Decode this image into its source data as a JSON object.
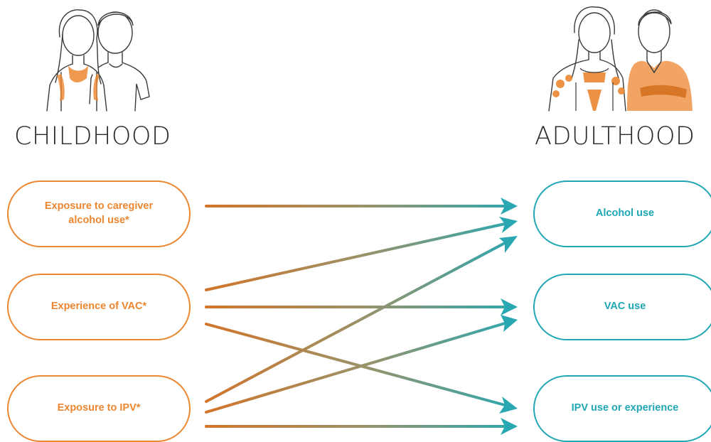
{
  "headings": {
    "childhood": "CHILDHOOD",
    "adulthood": "ADULTHOOD"
  },
  "childhood_boxes": [
    {
      "id": "child-alcohol",
      "label": "Exposure to caregiver alcohol use*"
    },
    {
      "id": "child-vac",
      "label": "Experience of VAC*"
    },
    {
      "id": "child-ipv",
      "label": "Exposure to IPV*"
    }
  ],
  "adulthood_boxes": [
    {
      "id": "adult-alcohol",
      "label": "Alcohol use"
    },
    {
      "id": "adult-vac",
      "label": "VAC use"
    },
    {
      "id": "adult-ipv",
      "label": "IPV use or experience"
    }
  ],
  "links": [
    {
      "from": "Exposure to caregiver alcohol use*",
      "to": "Alcohol use"
    },
    {
      "from": "Experience of VAC*",
      "to": "Alcohol use"
    },
    {
      "from": "Experience of VAC*",
      "to": "VAC use"
    },
    {
      "from": "Experience of VAC*",
      "to": "IPV use or experience"
    },
    {
      "from": "Exposure to IPV*",
      "to": "Alcohol use"
    },
    {
      "from": "Exposure to IPV*",
      "to": "VAC use"
    },
    {
      "from": "Exposure to IPV*",
      "to": "IPV use or experience"
    }
  ],
  "colors": {
    "childhood_accent": "#ec8630",
    "adulthood_accent": "#21a7b4",
    "heading_text": "#2b2b2b",
    "illustration_line": "#3a3a3a"
  },
  "illustrations": {
    "childhood": "girl-and-boy-sketch",
    "adulthood": "woman-and-man-sketch"
  }
}
